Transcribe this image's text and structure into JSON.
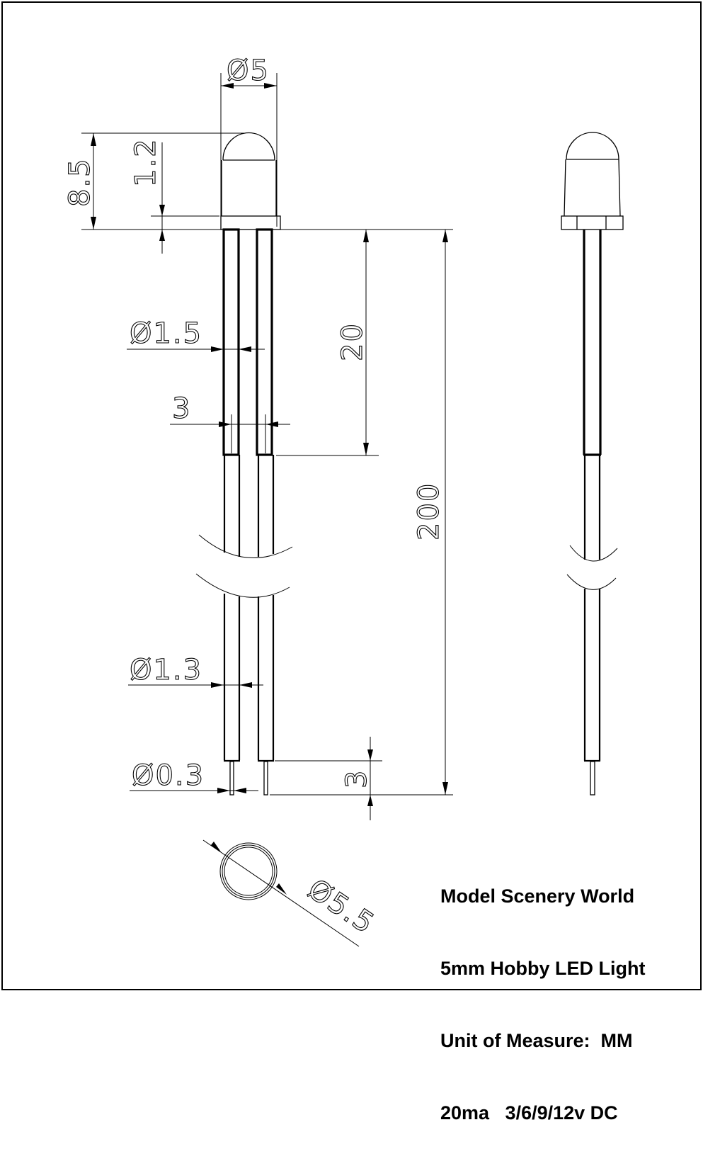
{
  "drawing": {
    "title": "5mm Hobby LED Light dimension drawing",
    "views": [
      "front-view",
      "side-view",
      "top-view"
    ],
    "colors": {
      "line": "#000000",
      "background": "#ffffff"
    }
  },
  "dimensions": {
    "lens_diameter": "Ø5",
    "total_head_height": "8.5",
    "flange_height": "1.2",
    "wire_insulation_diameter": "Ø1.5",
    "lead_spacing": "3",
    "leg_length": "20",
    "total_length": "200",
    "wire_diameter": "Ø1.3",
    "pin_diameter": "Ø0.3",
    "pin_length": "3",
    "flange_diameter": "Ø5.5"
  },
  "info": {
    "line1": "Model Scenery World",
    "line2": "5mm Hobby LED Light",
    "line3": "Unit of Measure:  MM",
    "line4": "20ma   3/6/9/12v DC"
  }
}
